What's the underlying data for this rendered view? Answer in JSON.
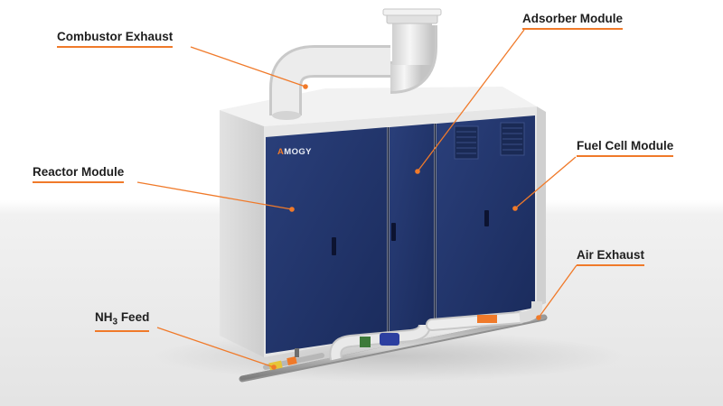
{
  "labels": {
    "combustor_exhaust": "Combustor Exhaust",
    "adsorber_module": "Adsorber Module",
    "reactor_module": "Reactor Module",
    "fuel_cell_module": "Fuel Cell Module",
    "air_exhaust": "Air Exhaust",
    "nh3_feed_prefix": "NH",
    "nh3_feed_sub": "3",
    "nh3_feed_suffix": " Feed"
  },
  "brand": {
    "accent_mark": "A",
    "name": "MOGY"
  },
  "colors": {
    "leader_line": "#f07a2a",
    "door_panel": "#1f3268",
    "housing": "#e9e9e9",
    "label_text": "#1e1e1e"
  }
}
